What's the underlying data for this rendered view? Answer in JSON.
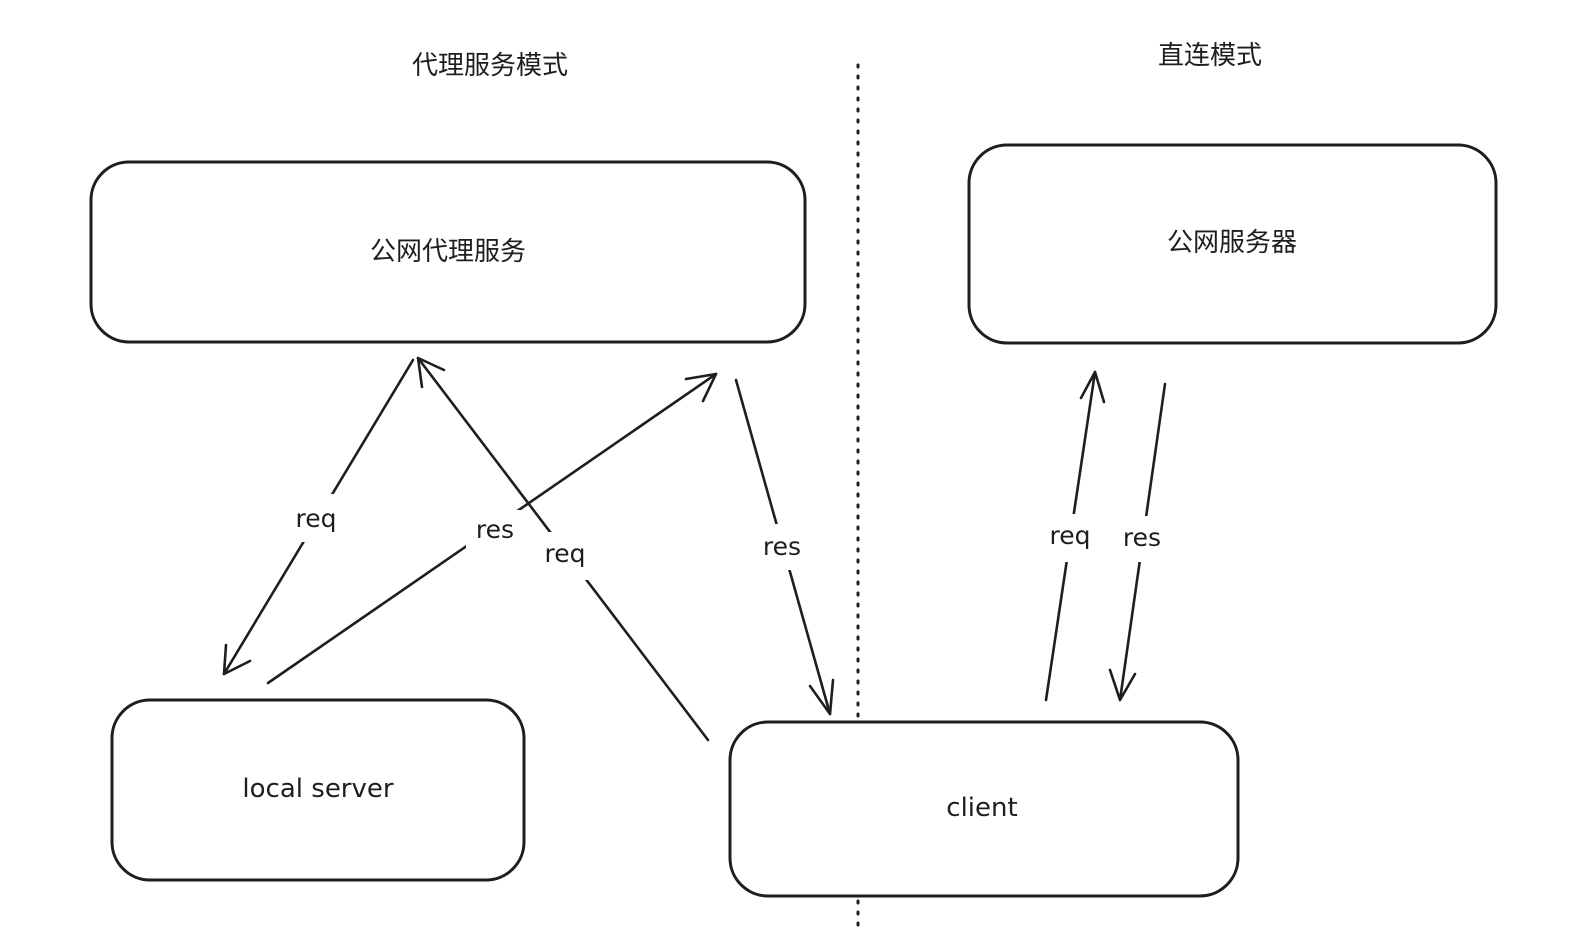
{
  "sections": {
    "proxy_mode_title": "代理服务模式",
    "direct_mode_title": "直连模式"
  },
  "nodes": {
    "public_proxy_service": "公网代理服务",
    "public_server": "公网服务器",
    "local_server": "local server",
    "client": "client"
  },
  "edges": {
    "proxy_to_local_req": "req",
    "local_to_proxy_res": "res",
    "client_to_proxy_req": "req",
    "proxy_to_client_res": "res",
    "client_to_server_req": "req",
    "server_to_client_res": "res"
  },
  "colors": {
    "stroke": "#1e1e1e",
    "background": "#ffffff"
  }
}
